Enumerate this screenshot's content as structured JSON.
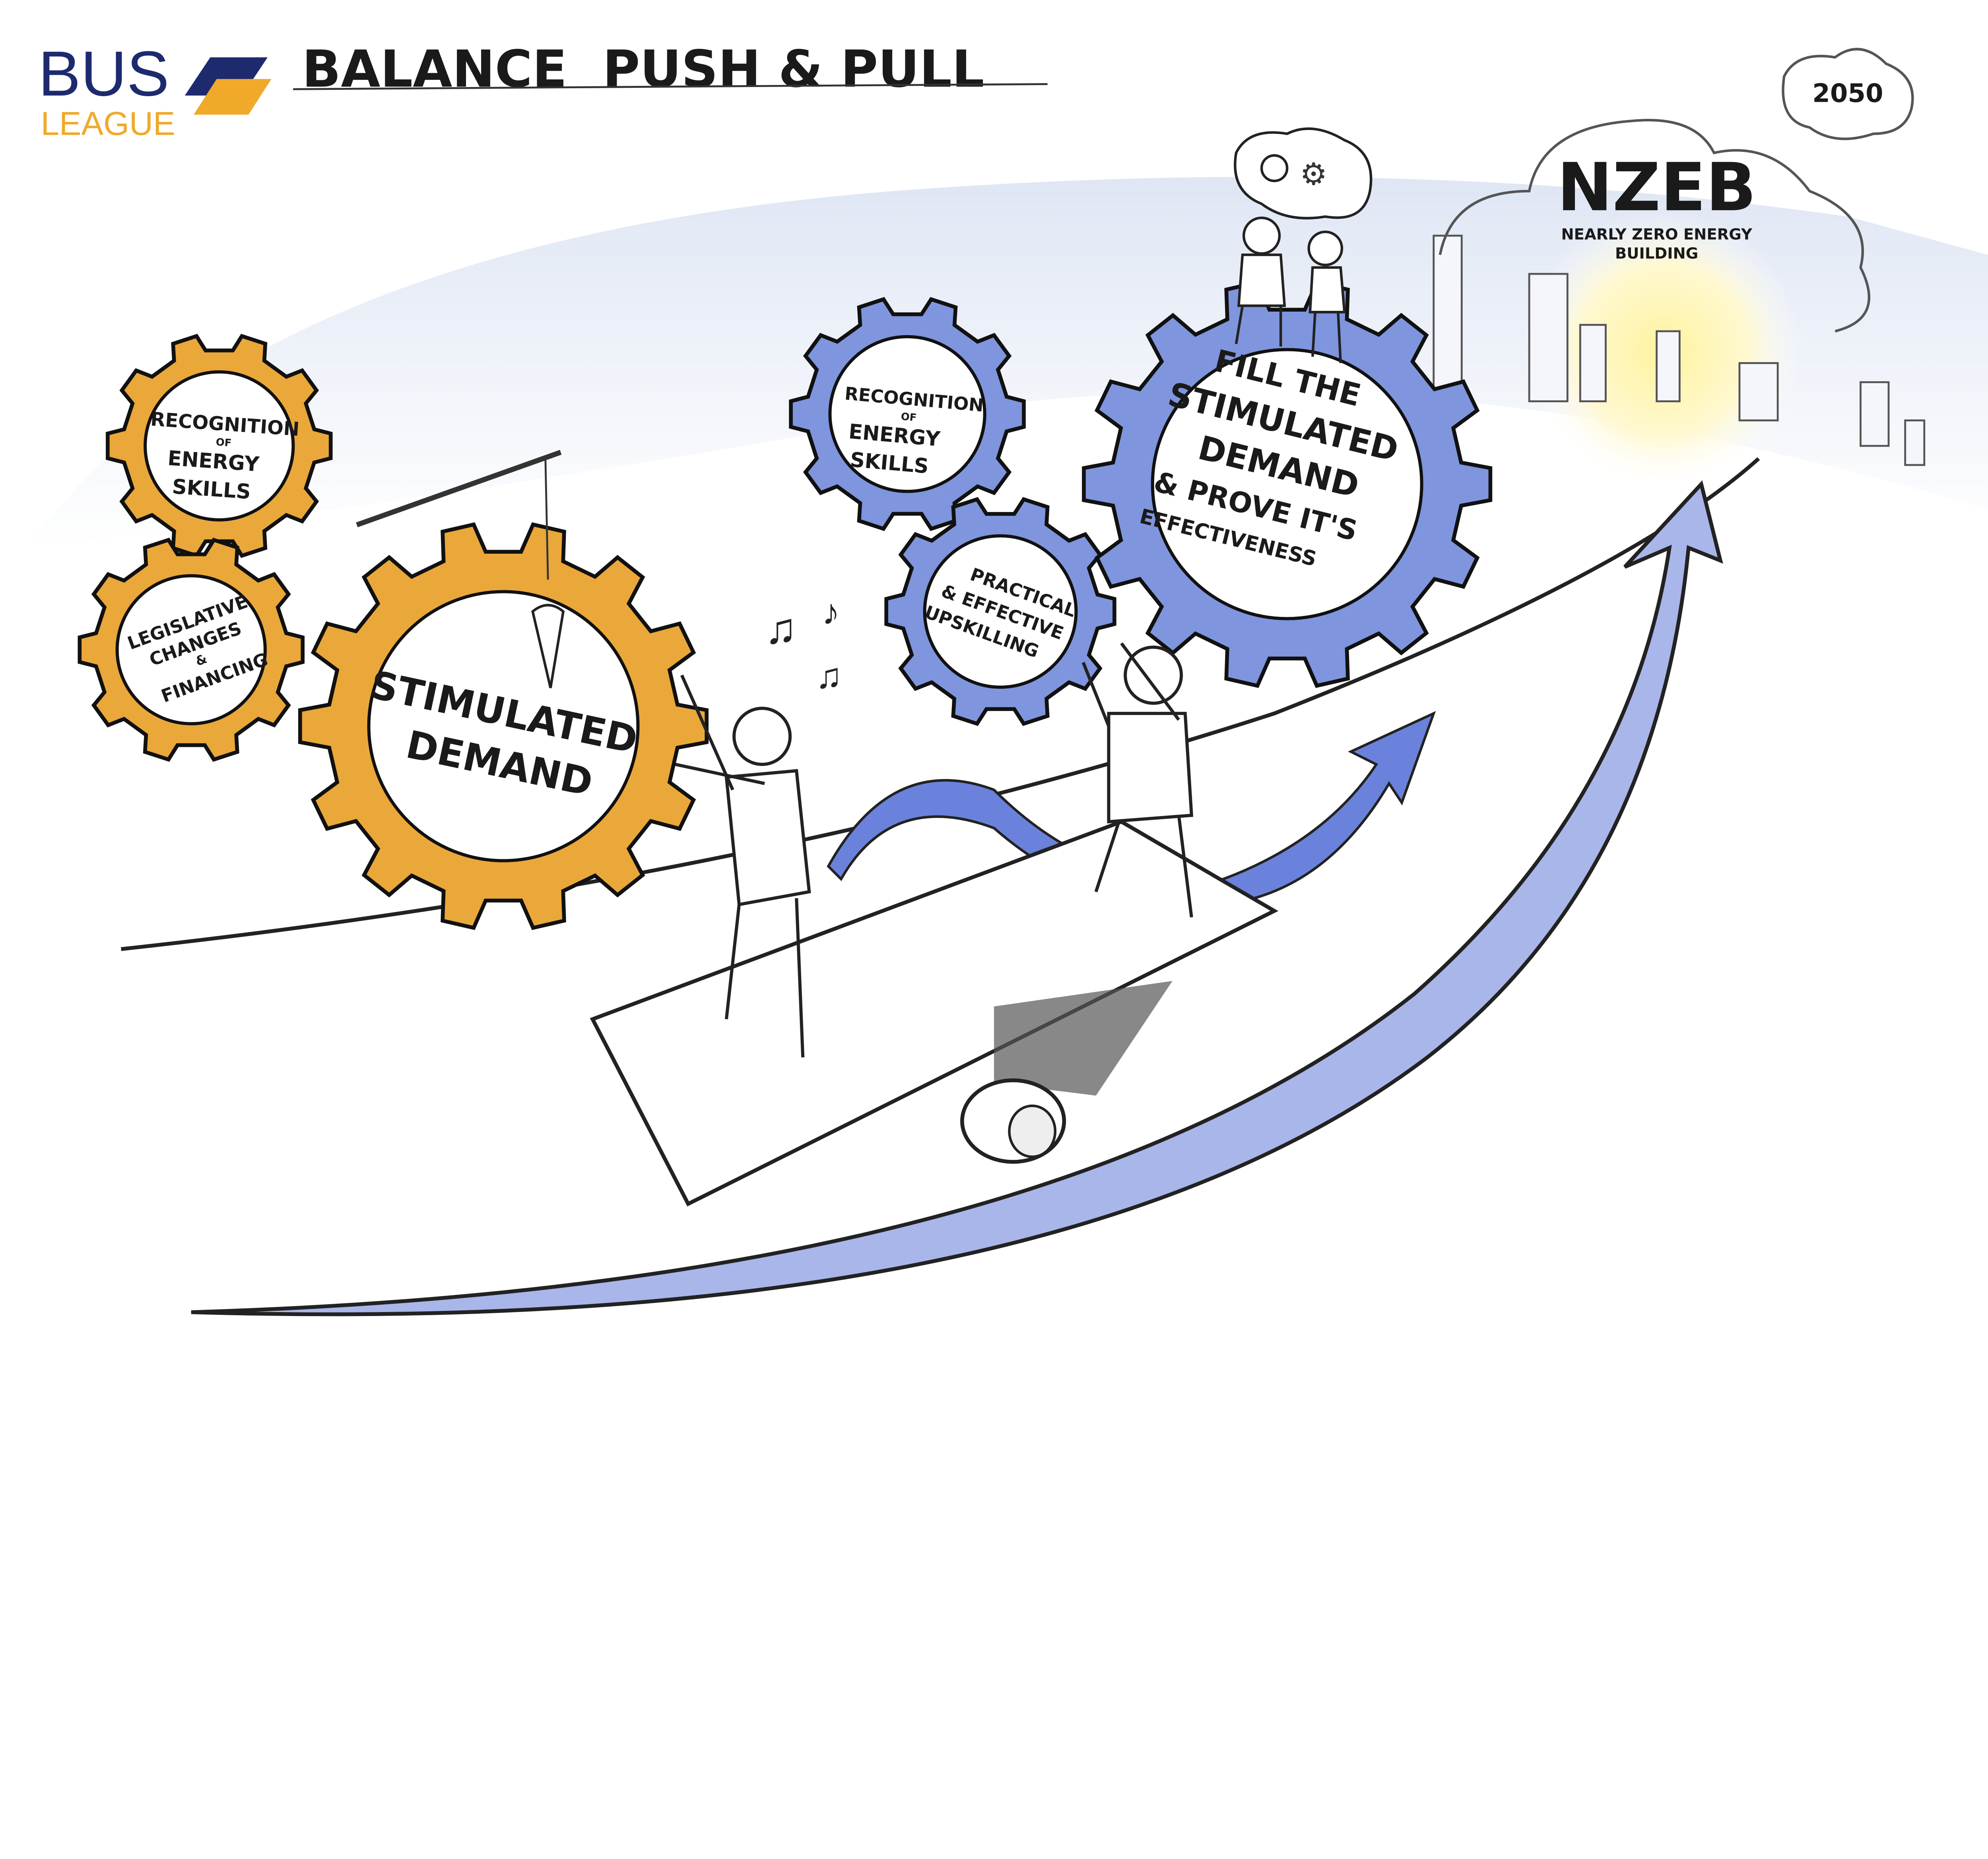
{
  "logo": {
    "line1": "BUS",
    "line2": "LEAGUE",
    "colors": {
      "blue": "#1d2a6e",
      "gold": "#f0a92a"
    }
  },
  "title": "BALANCE  PUSH & PULL",
  "push_gears": {
    "recognition": [
      "RECOGNITION",
      "OF",
      "ENERGY",
      "SKILLS"
    ],
    "legislative": [
      "LEGISLATIVE",
      "CHANGES",
      "&",
      "FINANCING"
    ],
    "main": [
      "STIMULATED",
      "DEMAND"
    ],
    "color": "#eaa83a"
  },
  "pull_gears": {
    "recognition": [
      "RECOGNITION",
      "OF",
      "ENERGY",
      "SKILLS"
    ],
    "upskilling": [
      "PRACTICAL",
      "& EFFECTIVE",
      "UPSKILLING"
    ],
    "main": [
      "FILL THE",
      "STIMULATED",
      "DEMAND",
      "& PROVE IT'S",
      "EFFECTIVENESS"
    ],
    "color": "#7f95dd"
  },
  "goal": {
    "acronym": "NZEB",
    "subtitle": "NEARLY ZERO ENERGY BUILDING",
    "year": "2050"
  }
}
